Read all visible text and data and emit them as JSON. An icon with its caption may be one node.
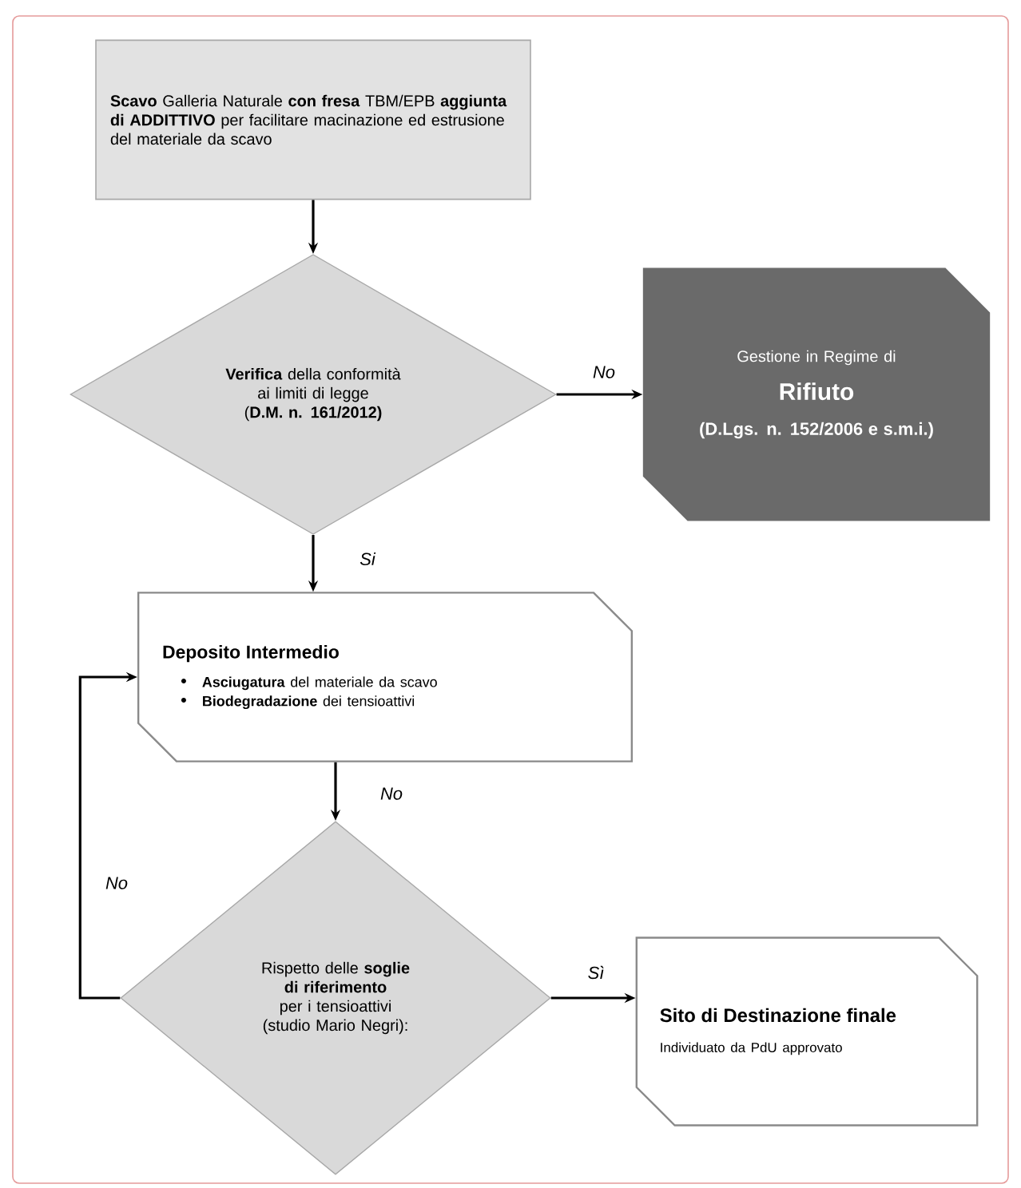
{
  "diagram": {
    "nodes": [
      {
        "text": [
          "**Scavo** Galleria Naturale **con fresa** TBM/EPB **aggiunta di ADDITTIVO** per facilitare macinazione ed estrusione del materiale da scavo"
        ]
      },
      {
        "text": [
          "**Verifica** della conformità ai limiti di legge (**D.M. n. 161/2012)**"
        ]
      },
      {
        "text": [
          "Gestione in Regime di",
          "Rifiuto",
          "(D.Lgs. n. 152/2006 e s.m.i.)"
        ]
      },
      {
        "text": [
          "Deposito Intermedio",
          "**Asciugatura** del materiale da scavo",
          "**Biodegradazione** dei tensioattivi"
        ]
      },
      {
        "text": [
          "Rispetto delle **soglie di riferimento** per i tensioattivi (studio Mario Negri):"
        ]
      },
      {
        "text": [
          "Sito di Destinazione finale",
          "Individuato da PdU approvato"
        ]
      }
    ],
    "edges": [
      {
        "from": 0,
        "to": 1,
        "arrow": "to"
      },
      {
        "from": 1,
        "to": 2,
        "arrow": "to",
        "label": "No"
      },
      {
        "from": 1,
        "to": 3,
        "arrow": "to",
        "label": "Si"
      },
      {
        "from": 3,
        "to": 4,
        "arrow": "to",
        "label": "No"
      },
      {
        "from": 4,
        "to": 3,
        "arrow": "to",
        "label": "No"
      },
      {
        "from": 4,
        "to": 5,
        "arrow": "to",
        "label": "Sì"
      }
    ]
  }
}
